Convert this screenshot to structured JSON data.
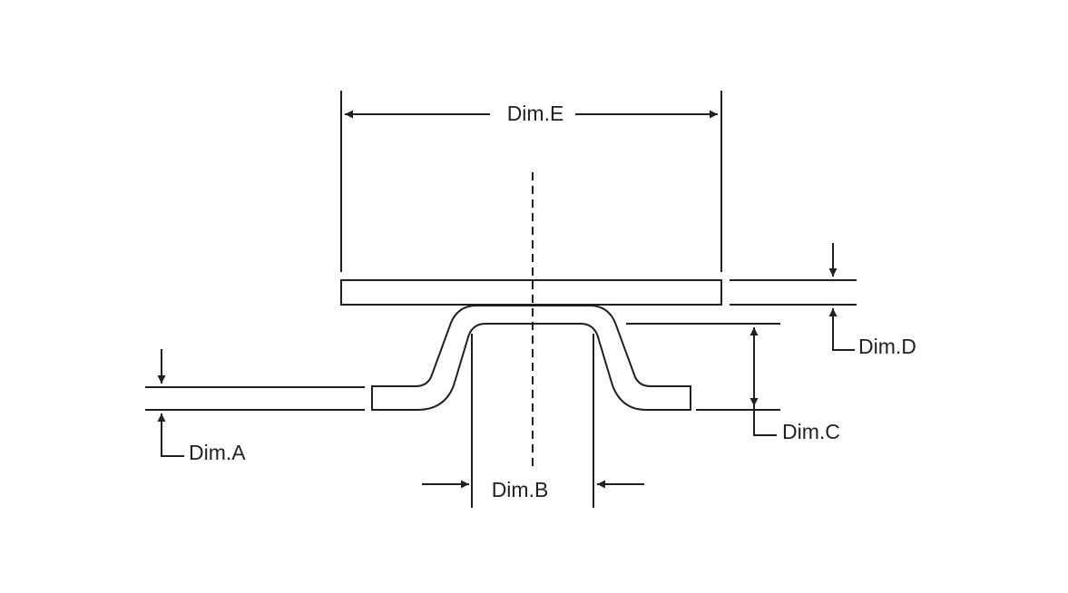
{
  "labels": {
    "dim_a": "Dim.A",
    "dim_b": "Dim.B",
    "dim_c": "Dim.C",
    "dim_d": "Dim.D",
    "dim_e": "Dim.E"
  },
  "colors": {
    "line": "#231f20",
    "background": "#ffffff"
  }
}
